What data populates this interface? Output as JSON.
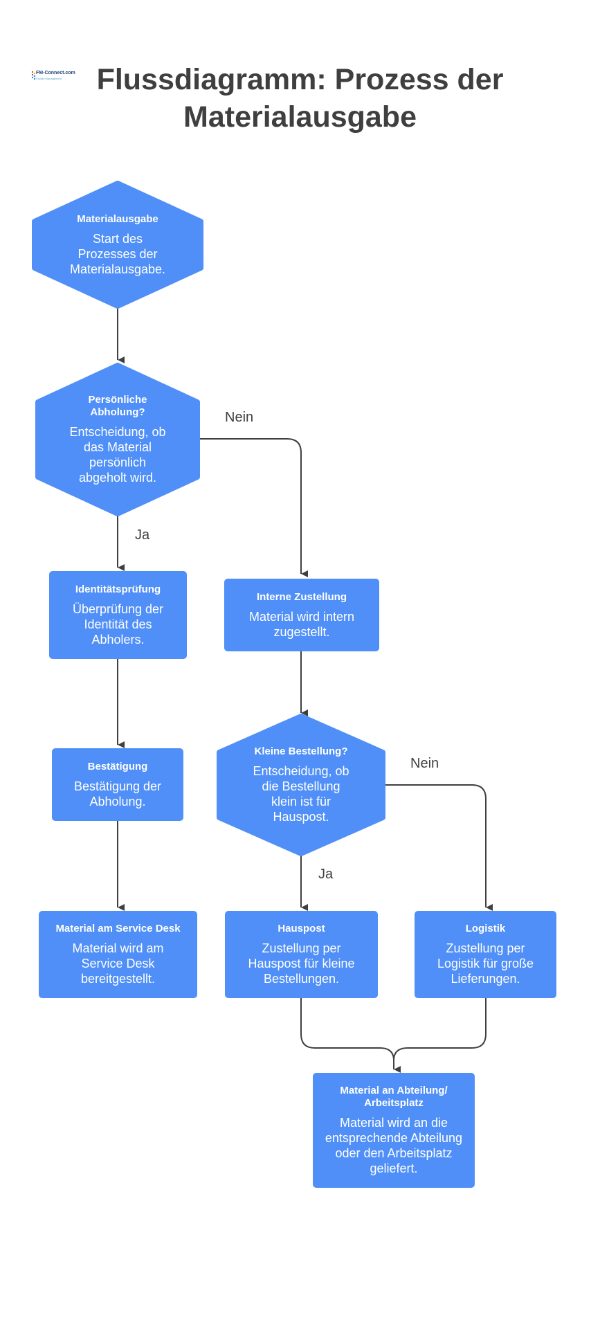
{
  "title": "Flussdiagramm: Prozess der Materialausgabe",
  "logo": {
    "name": "FM-Connect.com",
    "tagline": "Facility Management"
  },
  "colors": {
    "node": "#4f8ff7",
    "edge": "#3f3f3f",
    "title": "#3f3f3f"
  },
  "nodes": {
    "start": {
      "title": "Materialausgabe",
      "desc": "Start des Prozesses der Materialausgabe."
    },
    "pickup_decision": {
      "title": "Persönliche Abholung?",
      "desc": "Entscheidung, ob das Material persönlich abgeholt wird."
    },
    "identity_check": {
      "title": "Identitätsprüfung",
      "desc": "Überprüfung der Identität des Abholers."
    },
    "internal_delivery": {
      "title": "Interne Zustellung",
      "desc": "Material wird intern zugestellt."
    },
    "confirmation": {
      "title": "Bestätigung",
      "desc": "Bestätigung der Abholung."
    },
    "small_order_decision": {
      "title": "Kleine Bestellung?",
      "desc": "Entscheidung, ob die Bestellung klein ist für Hauspost."
    },
    "service_desk": {
      "title": "Material am Service Desk",
      "desc": "Material wird am Service Desk bereitgestellt."
    },
    "hauspost": {
      "title": "Hauspost",
      "desc": "Zustellung per Hauspost für kleine Bestellungen."
    },
    "logistik": {
      "title": "Logistik",
      "desc": "Zustellung per Logistik für große Lieferungen."
    },
    "department": {
      "title": "Material an Abteilung/ Arbeitsplatz",
      "desc": "Material wird an die entsprechende Abteilung oder den Arbeitsplatz geliefert."
    }
  },
  "edge_labels": {
    "pickup_no": "Nein",
    "pickup_yes": "Ja",
    "small_no": "Nein",
    "small_yes": "Ja"
  }
}
